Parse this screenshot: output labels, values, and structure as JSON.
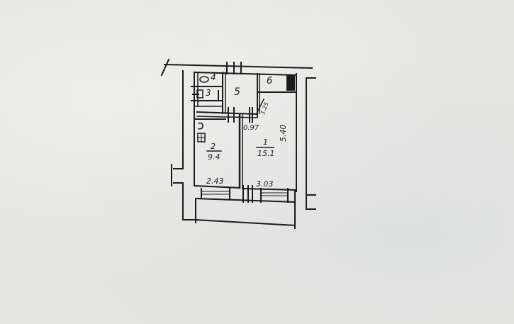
{
  "floor_plan": {
    "rooms": [
      {
        "number": "1",
        "area": "15.1"
      },
      {
        "number": "2",
        "area": "9.4"
      },
      {
        "number": "3"
      },
      {
        "number": "4"
      },
      {
        "number": "5"
      },
      {
        "number": "6"
      }
    ],
    "dimensions": {
      "room2_width": "2.43",
      "room1_width": "3.03",
      "room1_length": "5.40",
      "door_width": "0.97",
      "corridor_width": "1.25"
    }
  },
  "colors": {
    "ink": "#1b1b1b",
    "paper": "#e4e4e1"
  }
}
